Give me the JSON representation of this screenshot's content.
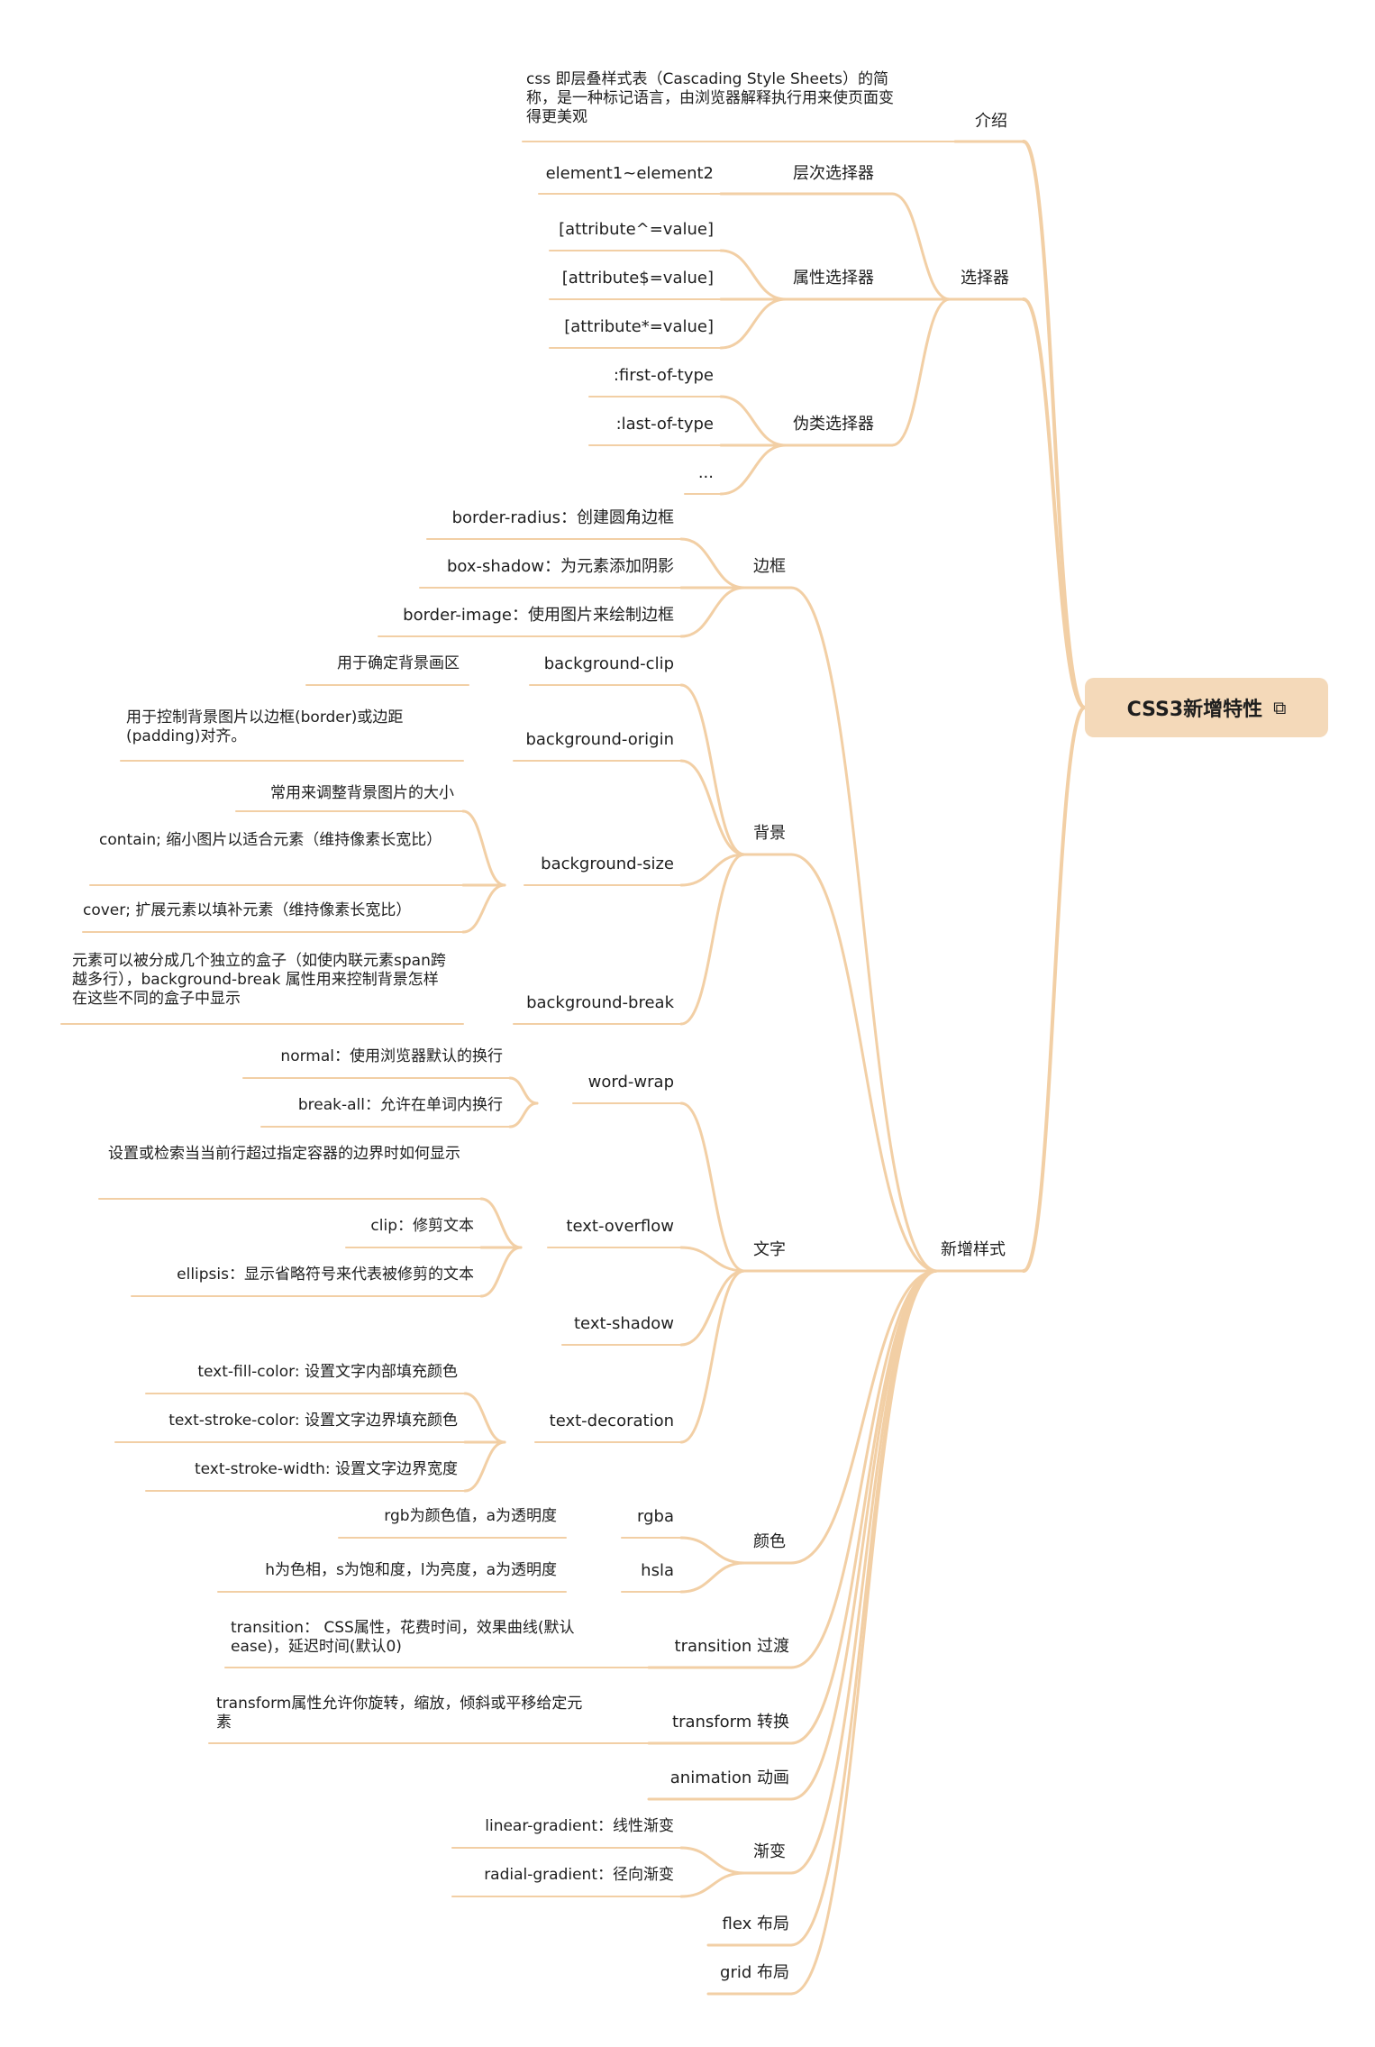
{
  "root": {
    "label": "CSS3新增特性",
    "icon": "external-link-icon"
  },
  "colors": {
    "line": "#f2cfa5",
    "root_fill": "#f4d9b9",
    "text": "#1e1e1e"
  },
  "intro": {
    "label": "介绍",
    "desc": "css 即层叠样式表（Cascading Style Sheets）的简称，是一种标记语言，由浏览器解释执行用来使页面变得更美观"
  },
  "selector": {
    "label": "选择器",
    "level": {
      "label": "层次选择器",
      "items": [
        "element1~element2"
      ]
    },
    "attr": {
      "label": "属性选择器",
      "items": [
        "[attribute^=value]",
        "[attribute$=value]",
        "[attribute*=value]"
      ]
    },
    "pseudo": {
      "label": "伪类选择器",
      "items": [
        ":first-of-type",
        ":last-of-type",
        "..."
      ]
    }
  },
  "styles": {
    "label": "新增样式",
    "border": {
      "label": "边框",
      "items": [
        "border-radius：创建圆角边框",
        "box-shadow：为元素添加阴影",
        "border-image：使用图片来绘制边框"
      ]
    },
    "background": {
      "label": "背景",
      "clip": {
        "label": "background-clip",
        "desc": "用于确定背景画区"
      },
      "origin": {
        "label": "background-origin",
        "desc": "用于控制背景图片以边框(border)或边距(padding)对齐。"
      },
      "size": {
        "label": "background-size",
        "items": [
          "常用来调整背景图片的大小",
          "contain; 缩小图片以适合元素（维持像素长宽比）",
          "cover; 扩展元素以填补元素（维持像素长宽比）"
        ]
      },
      "break": {
        "label": "background-break",
        "desc": "元素可以被分成几个独立的盒子（如使内联元素span跨越多行），background-break 属性用来控制背景怎样在这些不同的盒子中显示"
      }
    },
    "text": {
      "label": "文字",
      "wordwrap": {
        "label": "word-wrap",
        "items": [
          "normal：使用浏览器默认的换行",
          "break-all：允许在单词内换行"
        ]
      },
      "overflow": {
        "label": "text-overflow",
        "items": [
          "设置或检索当当前行超过指定容器的边界时如何显示",
          "clip：修剪文本",
          "ellipsis：显示省略符号来代表被修剪的文本"
        ]
      },
      "shadow": {
        "label": "text-shadow"
      },
      "decoration": {
        "label": "text-decoration",
        "items": [
          "text-fill-color: 设置文字内部填充颜色",
          "text-stroke-color: 设置文字边界填充颜色",
          "text-stroke-width: 设置文字边界宽度"
        ]
      }
    },
    "color": {
      "label": "颜色",
      "rgba": {
        "label": "rgba",
        "desc": "rgb为颜色值，a为透明度"
      },
      "hsla": {
        "label": "hsla",
        "desc": "h为色相，s为饱和度，l为亮度，a为透明度"
      }
    },
    "transition": {
      "label": "transition 过渡",
      "desc": "transition： CSS属性，花费时间，效果曲线(默认ease)，延迟时间(默认0)"
    },
    "transform": {
      "label": "transform 转换",
      "desc": "transform属性允许你旋转，缩放，倾斜或平移给定元素"
    },
    "animation": {
      "label": "animation 动画"
    },
    "gradient": {
      "label": "渐变",
      "items": [
        "linear-gradient：线性渐变",
        "radial-gradient：径向渐变"
      ]
    },
    "flex": {
      "label": "flex 布局"
    },
    "grid": {
      "label": "grid 布局"
    }
  }
}
